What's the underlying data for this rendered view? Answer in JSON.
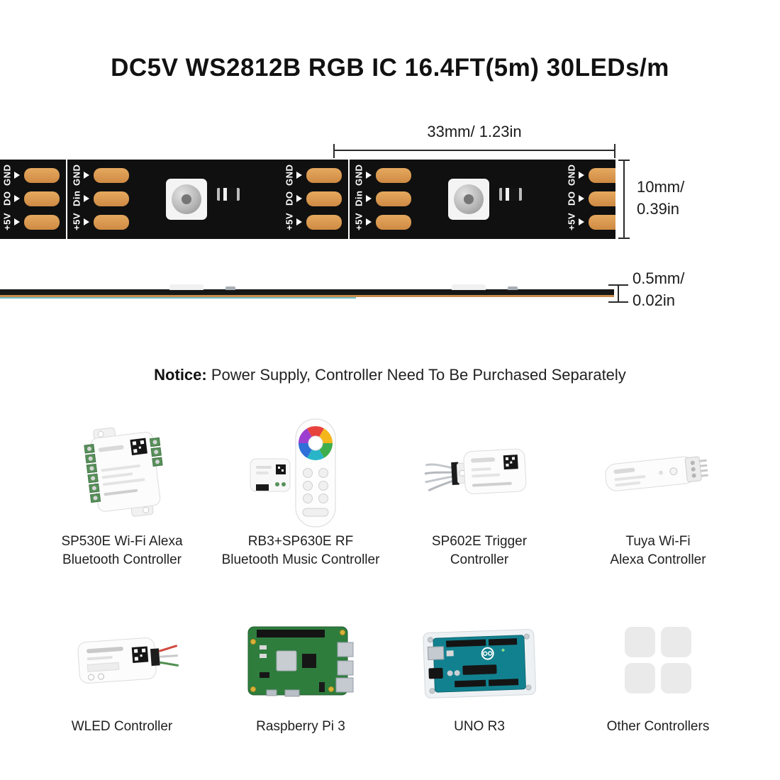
{
  "title": "DC5V WS2812B RGB IC 16.4FT(5m) 30LEDs/m",
  "strip_diagram": {
    "dim_pitch": "33mm/ 1.23in",
    "dim_height": "10mm/\n0.39in",
    "dim_thickness": "0.5mm/\n0.02in",
    "connector_out_labels": [
      "GND",
      "DO",
      "+5V"
    ],
    "connector_in_labels": [
      "GND",
      "Din",
      "+5V"
    ]
  },
  "notice": {
    "prefix": "Notice:",
    "text": " Power Supply, Controller Need To Be Purchased Separately"
  },
  "products": [
    {
      "label": "SP530E Wi-Fi Alexa\nBluetooth Controller"
    },
    {
      "label": "RB3+SP630E RF\nBluetooth Music Controller"
    },
    {
      "label": "SP602E Trigger\nController"
    },
    {
      "label": "Tuya Wi-Fi\nAlexa Controller"
    },
    {
      "label": "WLED Controller"
    },
    {
      "label": "Raspberry Pi 3"
    },
    {
      "label": "UNO R3"
    },
    {
      "label": "Other Controllers"
    }
  ]
}
